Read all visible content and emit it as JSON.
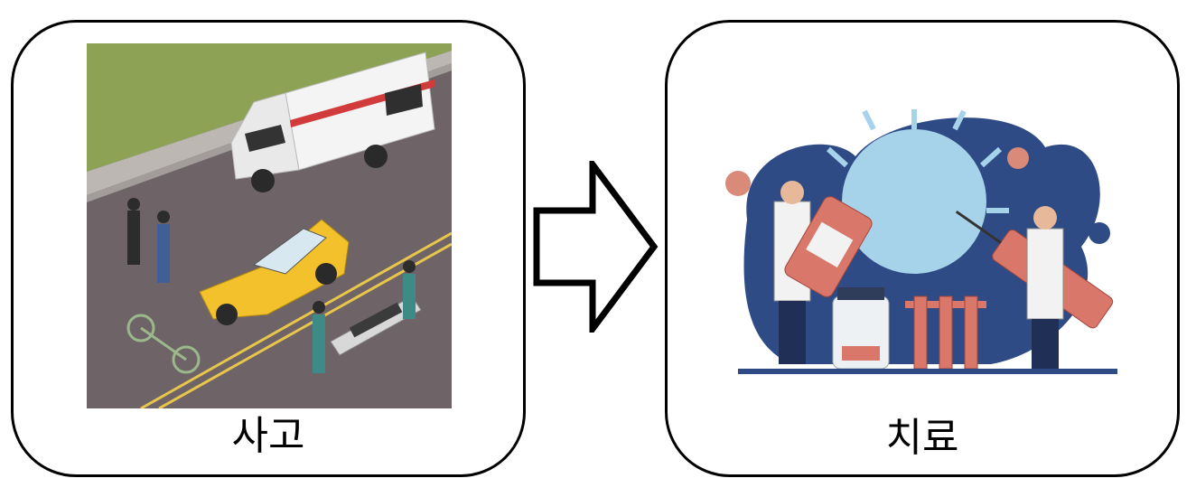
{
  "steps": [
    {
      "caption": "사고",
      "illustration": "traffic-accident-scene"
    },
    {
      "caption": "치료",
      "illustration": "medical-treatment-virus"
    }
  ],
  "connector": {
    "icon": "right-arrow-icon"
  },
  "colors": {
    "border": "#000000",
    "road": "#6e6468",
    "grass": "#8da255",
    "taxi": "#f3c12b",
    "virus": "#a7d3ea",
    "blob": "#2e4b86",
    "syringe": "#d9786a"
  }
}
